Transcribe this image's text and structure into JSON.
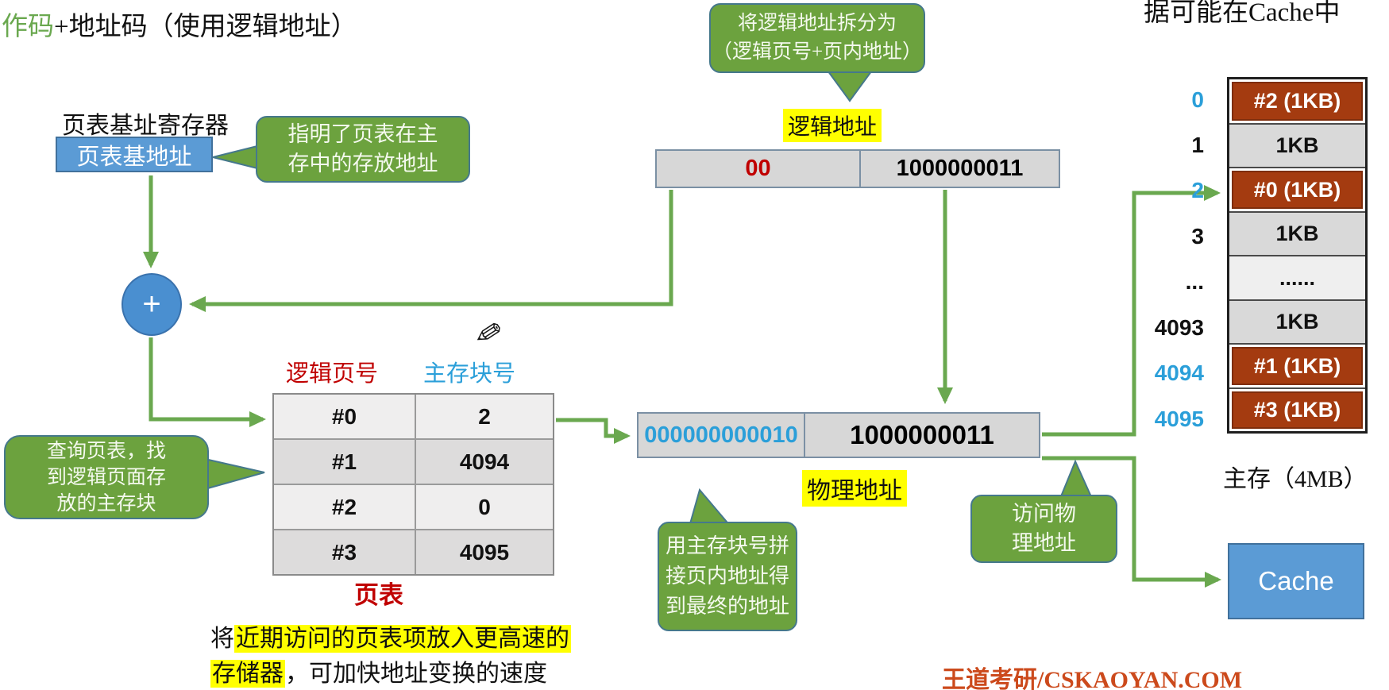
{
  "header": {
    "instruction_green": "作码",
    "instruction_rest": "+地址码（使用逻辑地址）",
    "top_right_note": "据可能在Cache中"
  },
  "page_table_register": {
    "label": "页表基址寄存器",
    "box_label": "页表基地址",
    "callout": "指明了页表在主\n存中的存放地址"
  },
  "adder": {
    "symbol": "+"
  },
  "logical_address": {
    "label": "逻辑地址",
    "split_callout": "将逻辑地址拆分为\n（逻辑页号+页内地址）",
    "page_number": "00",
    "page_offset": "1000000011"
  },
  "page_table": {
    "col1_header": "逻辑页号",
    "col2_header": "主存块号",
    "rows": [
      {
        "page": "#0",
        "block": "2"
      },
      {
        "page": "#1",
        "block": "4094"
      },
      {
        "page": "#2",
        "block": "0"
      },
      {
        "page": "#3",
        "block": "4095"
      }
    ],
    "caption": "页表",
    "lookup_callout": "查询页表，找\n到逻辑页面存\n放的主存块"
  },
  "physical_address": {
    "label": "物理地址",
    "block_number": "000000000010",
    "page_offset": "1000000011",
    "concat_callout": "用主存块号拼\n接页内地址得\n到最终的地址",
    "access_callout": "访问物\n理地址"
  },
  "main_memory": {
    "caption": "主存（4MB）",
    "rows": [
      {
        "addr": "0",
        "content": "#2 (1KB)",
        "highlight": true
      },
      {
        "addr": "1",
        "content": "1KB",
        "highlight": false
      },
      {
        "addr": "2",
        "content": "#0 (1KB)",
        "highlight": true
      },
      {
        "addr": "3",
        "content": "1KB",
        "highlight": false
      },
      {
        "addr": "...",
        "content": "......",
        "highlight": false
      },
      {
        "addr": "4093",
        "content": "1KB",
        "highlight": false
      },
      {
        "addr": "4094",
        "content": "#1 (1KB)",
        "highlight": true
      },
      {
        "addr": "4095",
        "content": "#3 (1KB)",
        "highlight": true
      }
    ]
  },
  "cache": {
    "label": "Cache"
  },
  "footer": {
    "plain_prefix": "将",
    "highlight_1": "近期访问的页表项放入更高速的",
    "highlight_2": "存储器",
    "plain_suffix": "，可加快地址变换的速度",
    "branding": "王道考研/CSKAOYAN.COM"
  },
  "icons": {
    "pencil": "✎"
  },
  "colors": {
    "bubble_green": "#6ca23e",
    "arrow_green": "#6aa84f",
    "box_blue": "#5b9bd5",
    "mem_highlight": "#a43b10",
    "accent_red": "#c00000",
    "accent_blue": "#2b9fd9",
    "highlight_yellow": "#ffff00"
  }
}
